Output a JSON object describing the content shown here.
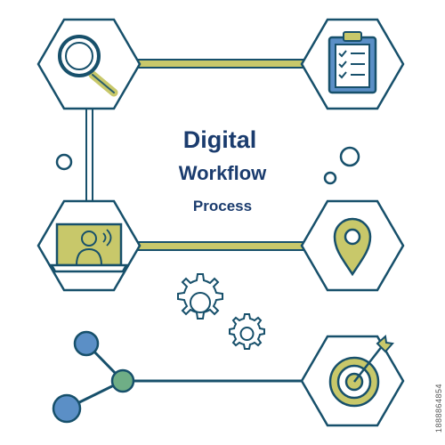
{
  "title": {
    "line1": "Digital",
    "line2": "Workflow",
    "line3": "Process"
  },
  "watermark": {
    "id": "1888864854"
  },
  "colors": {
    "outline": "#17506b",
    "accent": "#c8c86a",
    "title": "#1b3c6e",
    "node_blue": "#5b8fc6",
    "node_green": "#6fae86"
  },
  "nodes": [
    {
      "name": "search",
      "icon": "magnifier-icon"
    },
    {
      "name": "clipboard",
      "icon": "checklist-clipboard-icon"
    },
    {
      "name": "video-call",
      "icon": "laptop-user-icon"
    },
    {
      "name": "location",
      "icon": "map-pin-icon"
    },
    {
      "name": "target",
      "icon": "target-arrow-icon"
    }
  ],
  "decor": [
    "gears-icon",
    "share-network-icon"
  ]
}
